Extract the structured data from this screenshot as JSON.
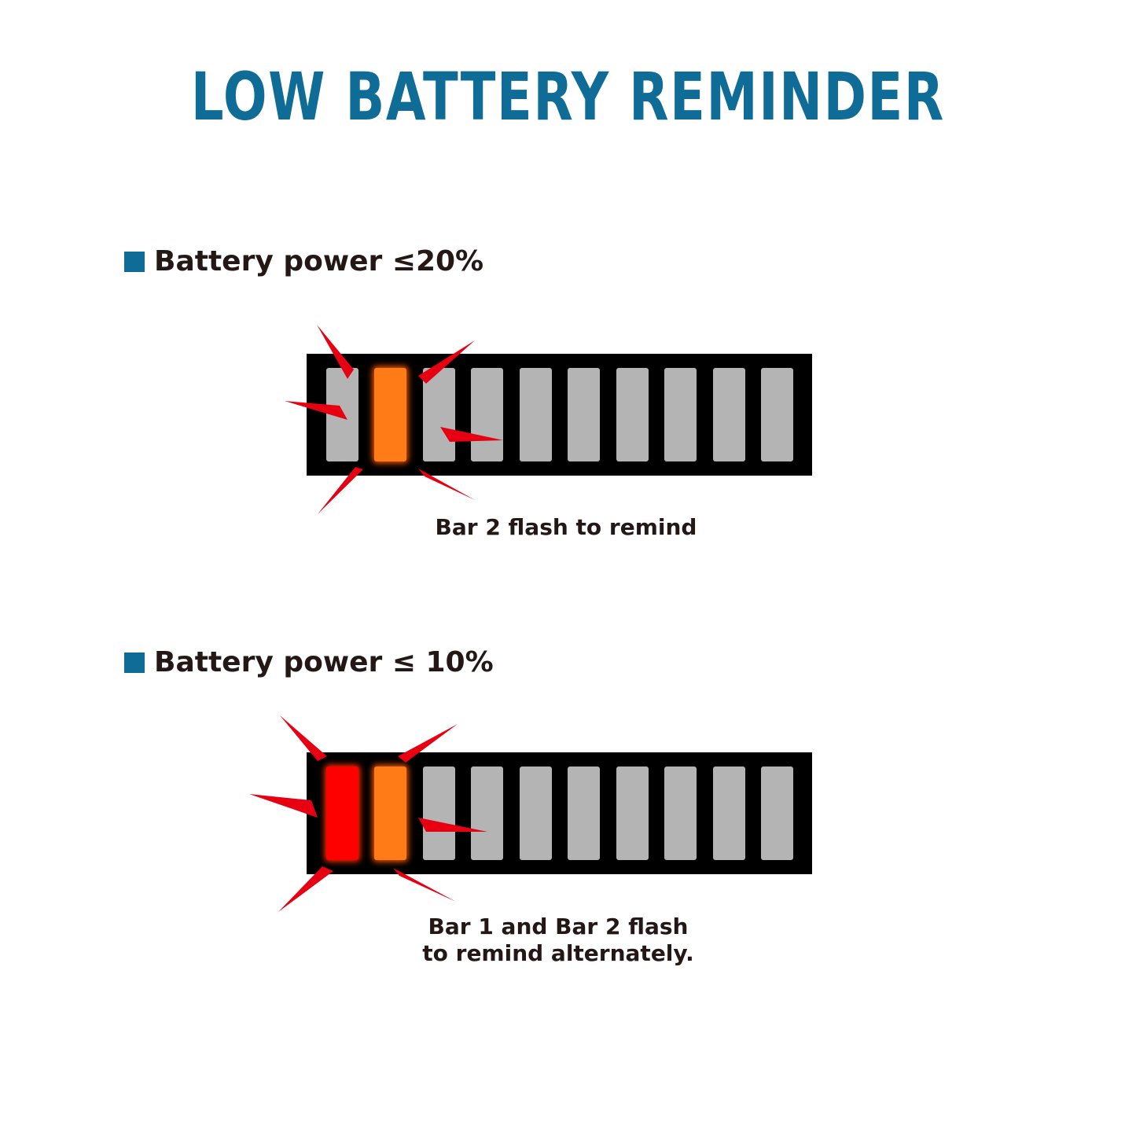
{
  "title": "LOW BATTERY REMINDER",
  "colors": {
    "accent": "#0e6c96",
    "cell_off": "#b4b4b4",
    "cell_warn": "#ff7b18",
    "cell_critical": "#ff0000",
    "ray": "#e60012"
  },
  "sections": [
    {
      "heading": "Battery power ≤20%",
      "caption": "Bar 2 flash to remind",
      "cells": [
        "off",
        "warn",
        "off",
        "off",
        "off",
        "off",
        "off",
        "off",
        "off",
        "off"
      ]
    },
    {
      "heading": "Battery power ≤ 10%",
      "caption_line1": "Bar 1 and Bar 2 flash",
      "caption_line2": "to remind alternately.",
      "cells": [
        "critical",
        "warn",
        "off",
        "off",
        "off",
        "off",
        "off",
        "off",
        "off",
        "off"
      ]
    }
  ]
}
